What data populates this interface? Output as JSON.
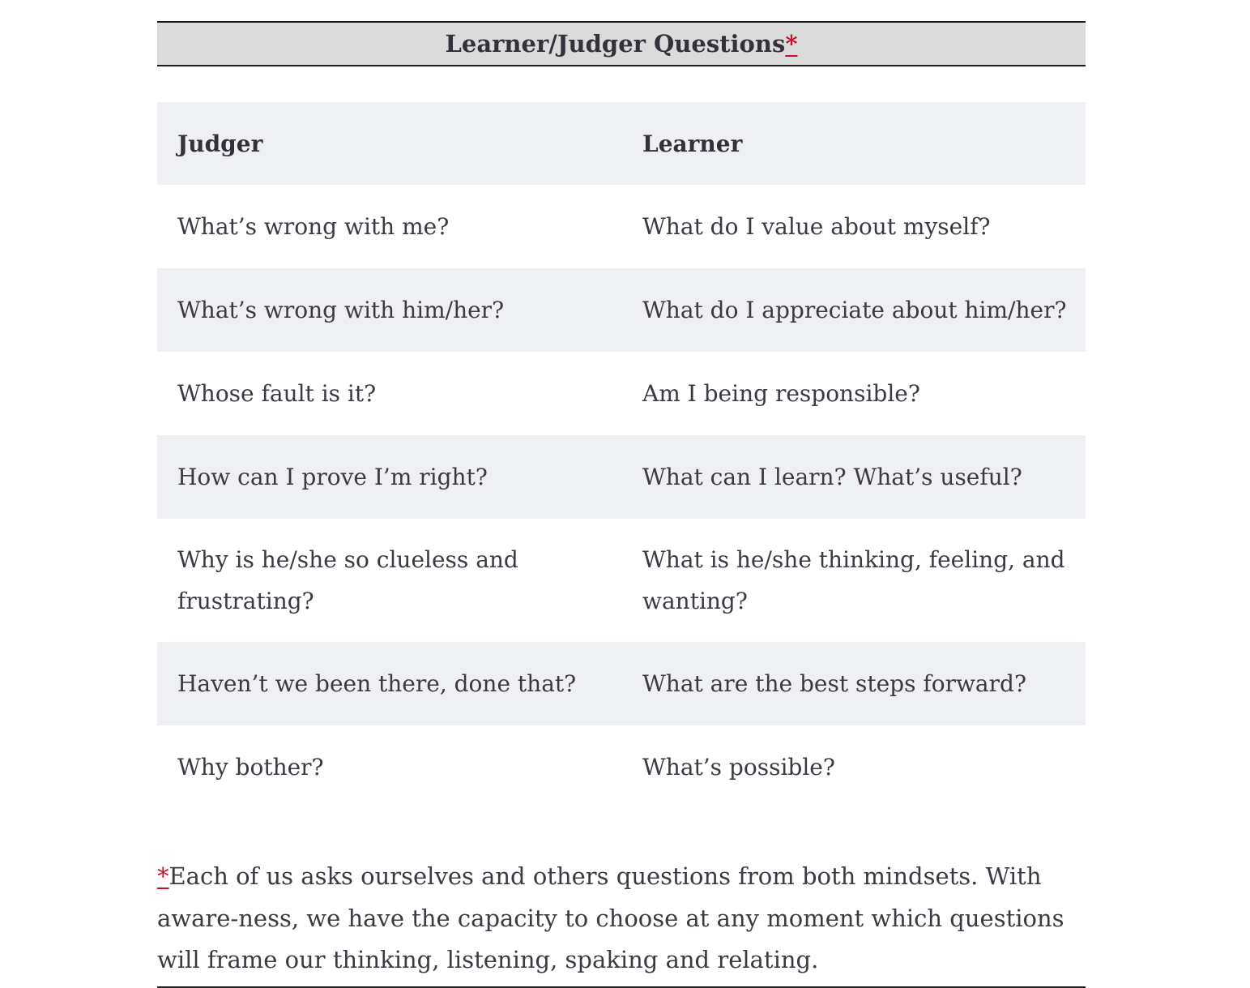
{
  "title": {
    "text": "Learner/Judger Questions",
    "footnote_marker": "*"
  },
  "table": {
    "headers": [
      "Judger",
      "Learner"
    ],
    "rows": [
      [
        "What’s wrong with me?",
        "What do I value about myself?"
      ],
      [
        "What’s wrong with him/her?",
        "What do I appreciate about him/her?"
      ],
      [
        "Whose fault is it?",
        "Am I being responsible?"
      ],
      [
        "How can I prove I’m right?",
        "What can I learn? What’s useful?"
      ],
      [
        "Why is he/she so clueless and frustrating?",
        "What is he/she thinking, feeling, and wanting?"
      ],
      [
        "Haven’t we been there, done that?",
        "What are the best steps forward?"
      ],
      [
        "Why bother?",
        "What’s possible?"
      ]
    ]
  },
  "footnote": {
    "marker": "*",
    "text": "Each of us asks ourselves and others questions from both mindsets. With aware-ness, we have the capacity to choose at any moment which questions will frame our thinking, listening, spaking and relating."
  },
  "colors": {
    "title_background": "#dcdbdc",
    "shaded_row": "#eef0f4",
    "link_red": "#c8102e",
    "text": "#3b3a42"
  }
}
